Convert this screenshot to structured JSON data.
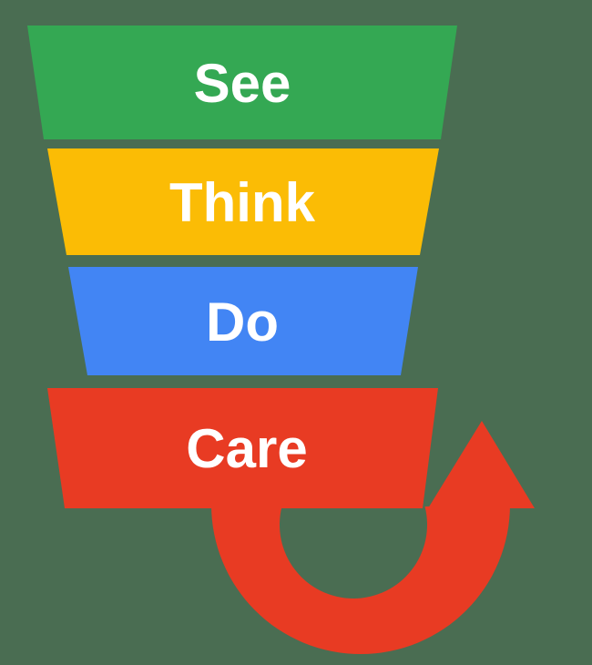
{
  "diagram": {
    "background_color": "#4A6D52",
    "label_color": "#FFFFFF",
    "stages": [
      {
        "label": "See",
        "color": "#34A853"
      },
      {
        "label": "Think",
        "color": "#FBBC05"
      },
      {
        "label": "Do",
        "color": "#4285F4"
      },
      {
        "label": "Care",
        "color": "#E83B23"
      }
    ],
    "loop_arrow_color": "#E83B23"
  }
}
